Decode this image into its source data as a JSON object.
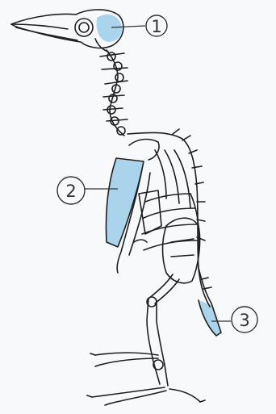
{
  "diagram": {
    "colors": {
      "background": "#f7f9fb",
      "ink": "#1f1f1f",
      "highlight": "#a9d4ec"
    },
    "callouts": [
      {
        "id": "1",
        "label": "1",
        "part": "skull"
      },
      {
        "id": "2",
        "label": "2",
        "part": "scapula"
      },
      {
        "id": "3",
        "label": "3",
        "part": "pygostyle"
      }
    ]
  }
}
